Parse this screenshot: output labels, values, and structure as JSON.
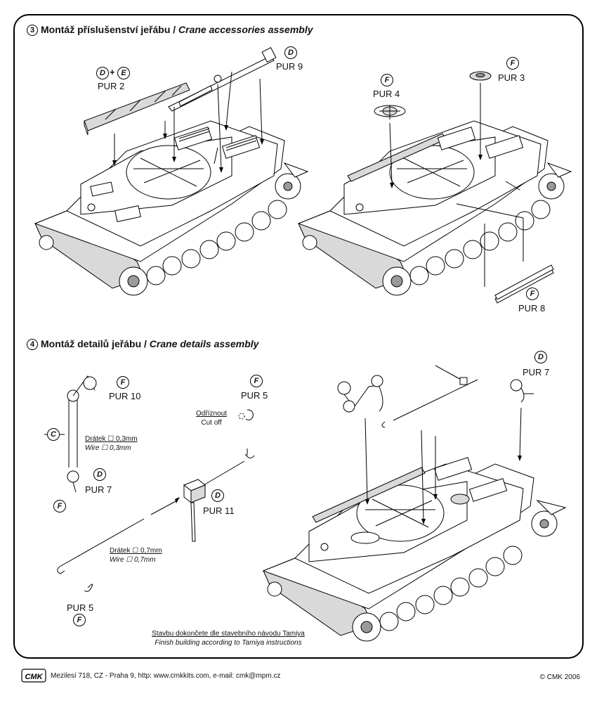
{
  "section3": {
    "number": "3",
    "title_cz": "Montáž příslušenství jeřábu / ",
    "title_en": "Crane accessories assembly",
    "labels": {
      "pur2": "PUR 2",
      "pur9": "PUR 9",
      "pur4": "PUR 4",
      "pur3": "PUR 3",
      "pur8": "PUR 8"
    },
    "badges": {
      "d": "D",
      "e": "E",
      "f": "F",
      "plus": "+"
    }
  },
  "section4": {
    "number": "4",
    "title_cz": "Montáž detailů jeřábu / ",
    "title_en": "Crane details assembly",
    "labels": {
      "pur10": "PUR 10",
      "pur7_left": "PUR 7",
      "pur5_top": "PUR 5",
      "pur11": "PUR 11",
      "pur5_bottom": "PUR 5",
      "pur7_right": "PUR 7"
    },
    "badges": {
      "c": "C",
      "d": "D",
      "f": "F"
    },
    "notes": {
      "wire03_cz": "Drátek ☐ 0,3mm",
      "wire03_en": "Wire ☐ 0,3mm",
      "cutoff_cz": "Odříznout",
      "cutoff_en": "Cut off",
      "wire07_cz": "Drátek ☐ 0,7mm",
      "wire07_en": "Wire ☐ 0,7mm",
      "finish_cz": "Stavbu dokončete dle stavebního návodu Tamiya",
      "finish_en": "Finish building according to Tamiya instructions"
    }
  },
  "footer": {
    "logo_text": "CMK",
    "address": "Mezilesí 718, CZ - Praha 9,  http: www.cmkkits.com, e-mail: cmk@mpm.cz",
    "copyright": "© CMK 2006"
  }
}
